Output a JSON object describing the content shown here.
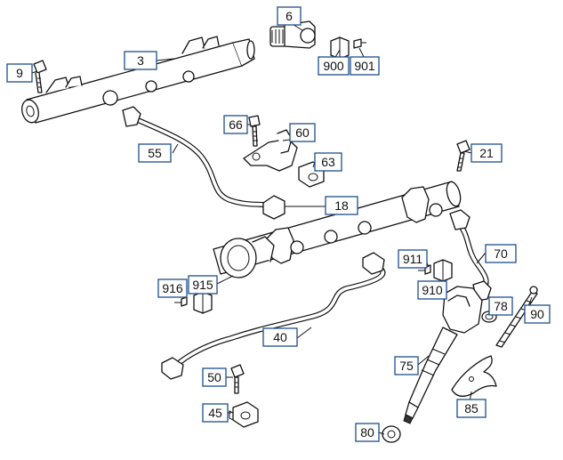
{
  "callouts": {
    "c3": "3",
    "c6": "6",
    "c9": "9",
    "c18": "18",
    "c21": "21",
    "c40": "40",
    "c45": "45",
    "c50": "50",
    "c55": "55",
    "c60": "60",
    "c63": "63",
    "c66": "66",
    "c70": "70",
    "c75": "75",
    "c78": "78",
    "c80": "80",
    "c85": "85",
    "c90": "90",
    "c900": "900",
    "c901": "901",
    "c910": "910",
    "c911": "911",
    "c915": "915",
    "c916": "916"
  },
  "colors": {
    "callout_border": "#1d4f8c",
    "line": "#111111",
    "background": "#ffffff"
  }
}
